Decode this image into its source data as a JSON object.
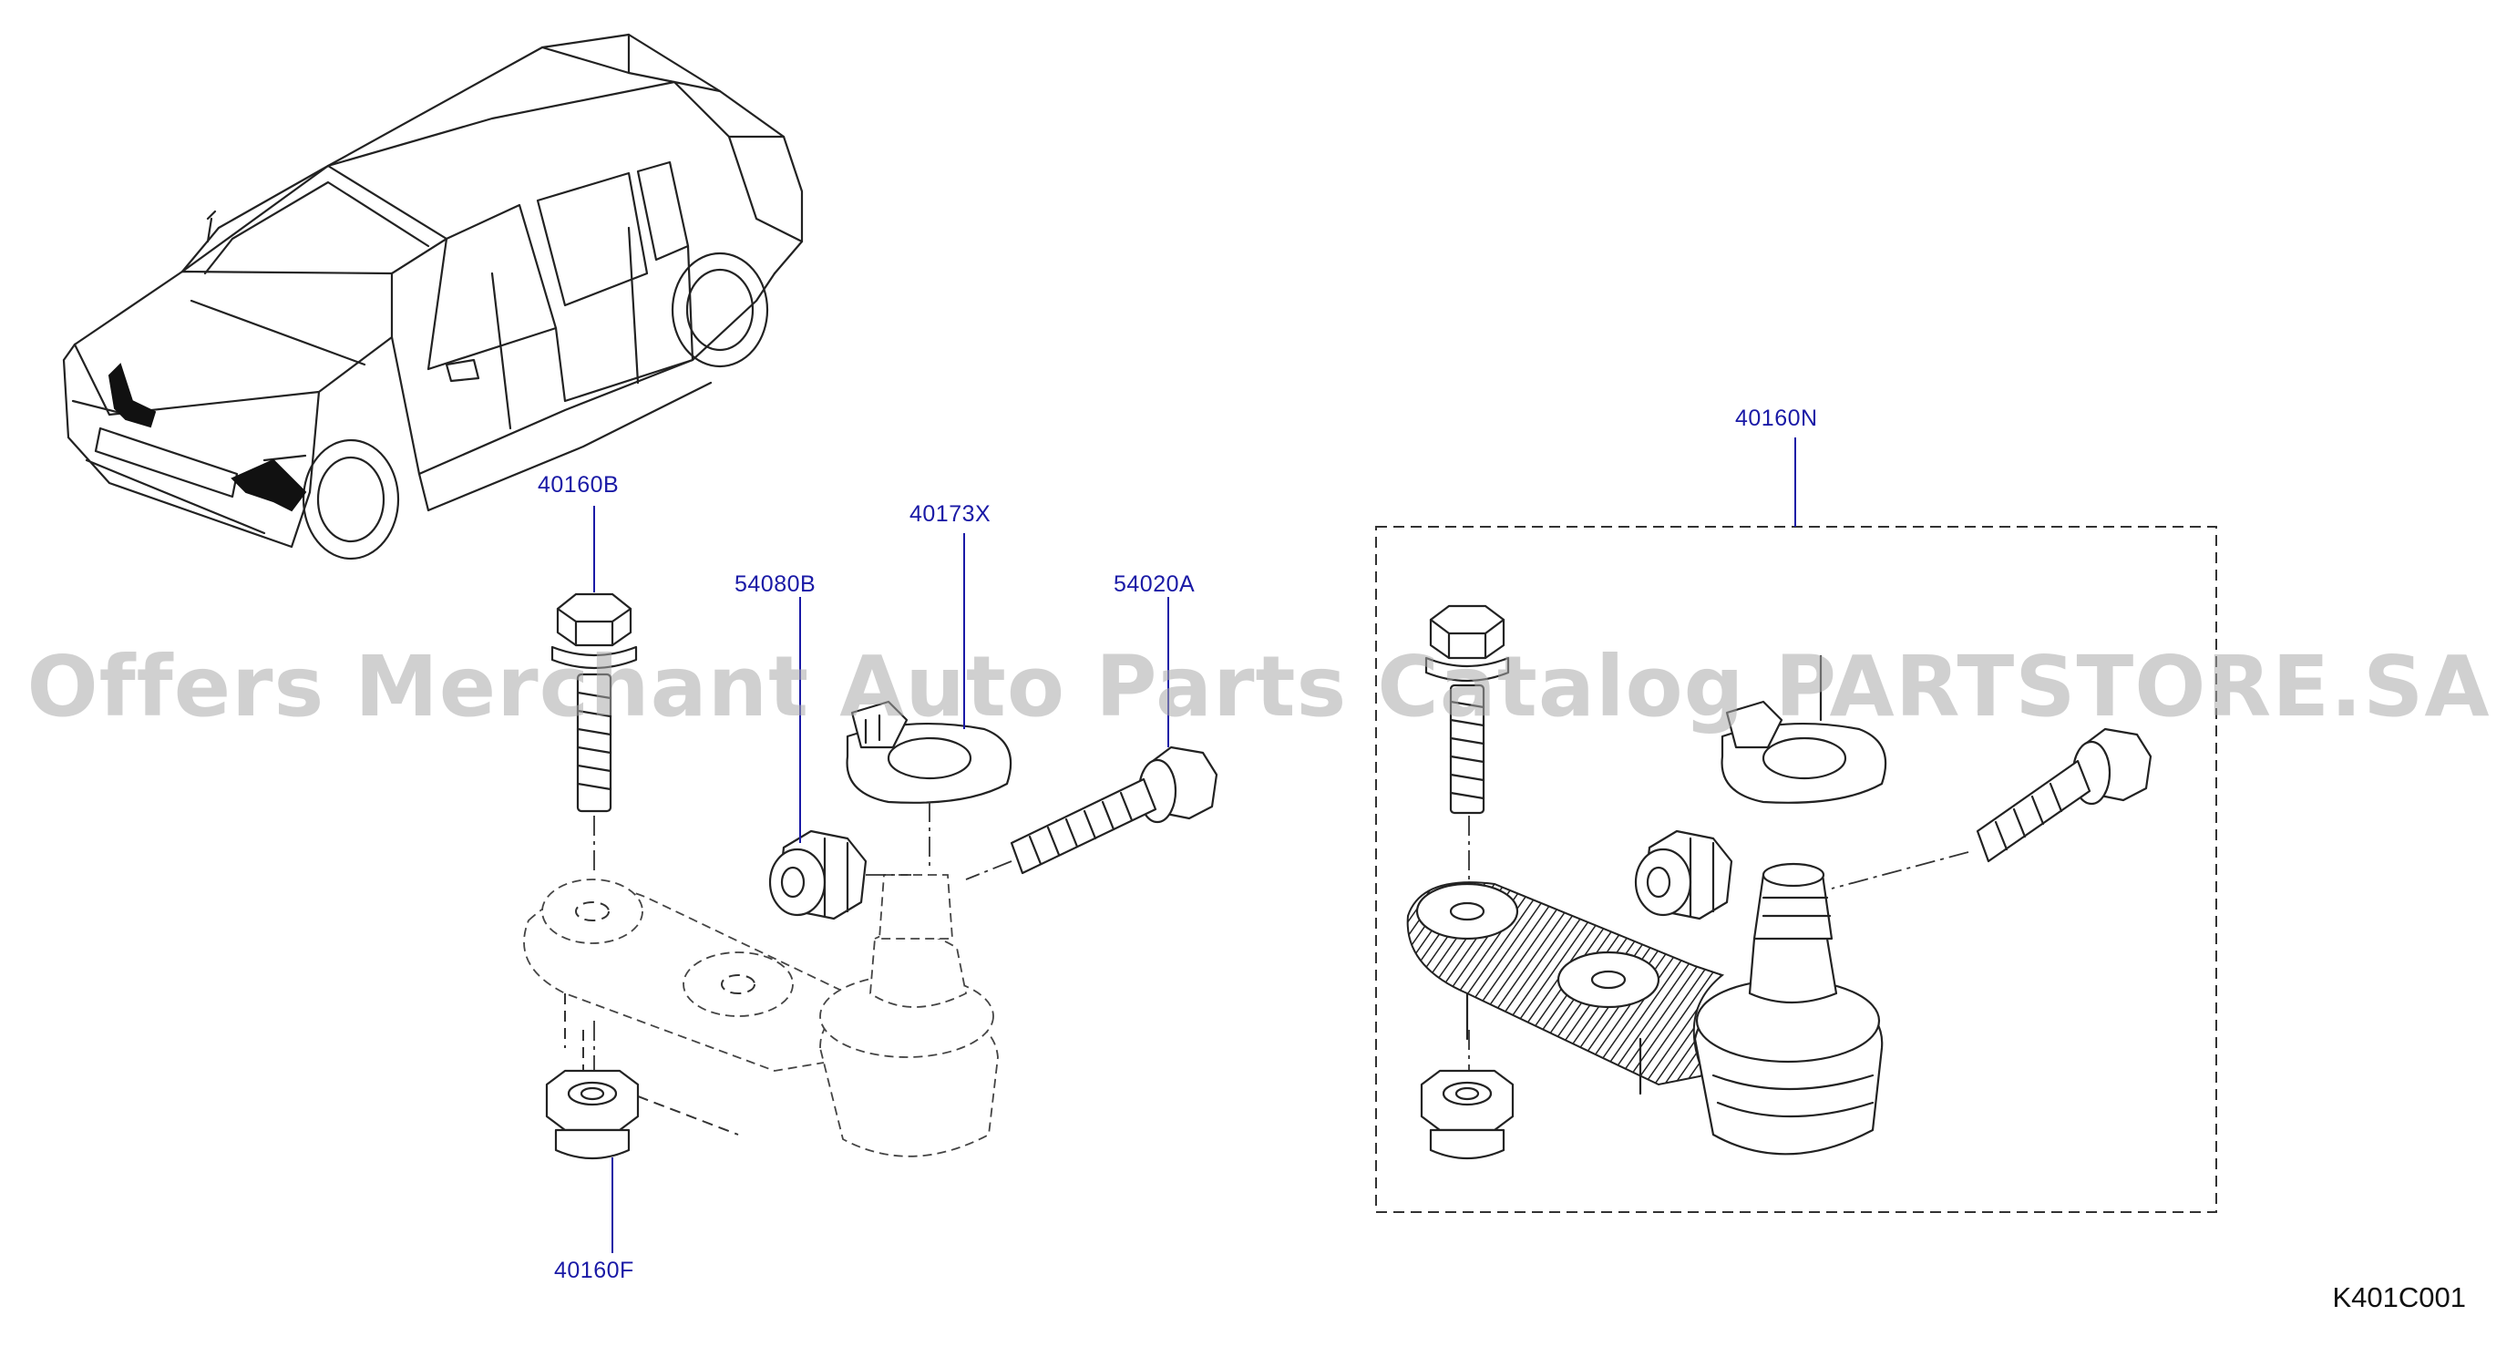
{
  "diagram": {
    "code": "K401C001",
    "watermark": "Offers Merchant Auto Parts Catalog PARTSTORE.SA",
    "parts": [
      {
        "id": "p1",
        "label": "40160B"
      },
      {
        "id": "p2",
        "label": "54080B"
      },
      {
        "id": "p3",
        "label": "40173X"
      },
      {
        "id": "p4",
        "label": "54020A"
      },
      {
        "id": "p5",
        "label": "40160F"
      },
      {
        "id": "p6",
        "label": "40160N"
      }
    ]
  }
}
